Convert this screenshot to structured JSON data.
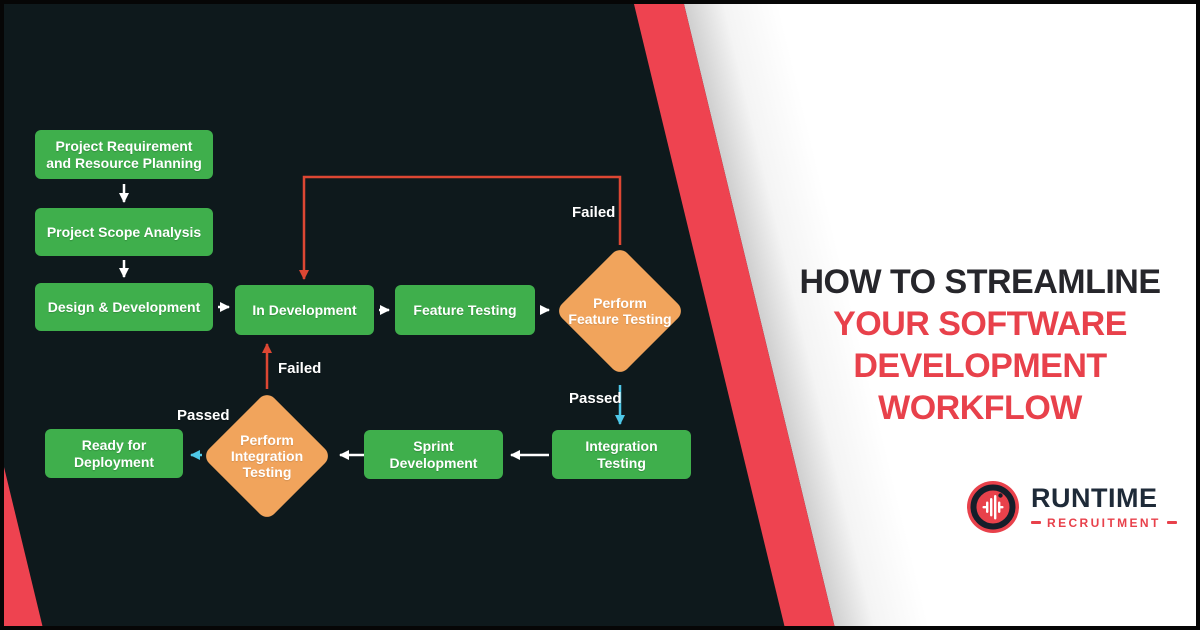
{
  "colors": {
    "background_dark": "#0E191C",
    "panel_white": "#FFFFFF",
    "accent_red_stripe": "#EE4350",
    "title_black": "#26262B",
    "title_red": "#E8414B",
    "node_green": "#3FAF4C",
    "diamond_orange": "#F1A45C",
    "arrow_white": "#FFFFFF",
    "arrow_failed_red": "#DD4733",
    "arrow_passed_cyan": "#4EC8E8",
    "logo_navy": "#1E2A38"
  },
  "flow": {
    "nodes": {
      "req": {
        "label": "Project Requirement and Resource Planning"
      },
      "scope": {
        "label": "Project Scope Analysis"
      },
      "design": {
        "label": "Design & Development"
      },
      "indev": {
        "label": "In Development"
      },
      "feature": {
        "label": "Feature Testing"
      },
      "perform_feature": {
        "label": "Perform Feature Testing"
      },
      "integration": {
        "label": "Integration Testing"
      },
      "sprint": {
        "label": "Sprint Development"
      },
      "perform_integration": {
        "label": "Perform Integration Testing"
      },
      "ready": {
        "label": "Ready for Deployment"
      }
    },
    "edge_labels": {
      "feature_failed": "Failed",
      "feature_passed": "Passed",
      "integration_failed": "Failed",
      "integration_passed": "Passed"
    }
  },
  "title": {
    "line1": "HOW TO STREAMLINE",
    "line2": "YOUR SOFTWARE",
    "line3": "DEVELOPMENT",
    "line4": "WORKFLOW"
  },
  "logo": {
    "name": "RUNTIME",
    "tagline": "RECRUITMENT"
  }
}
